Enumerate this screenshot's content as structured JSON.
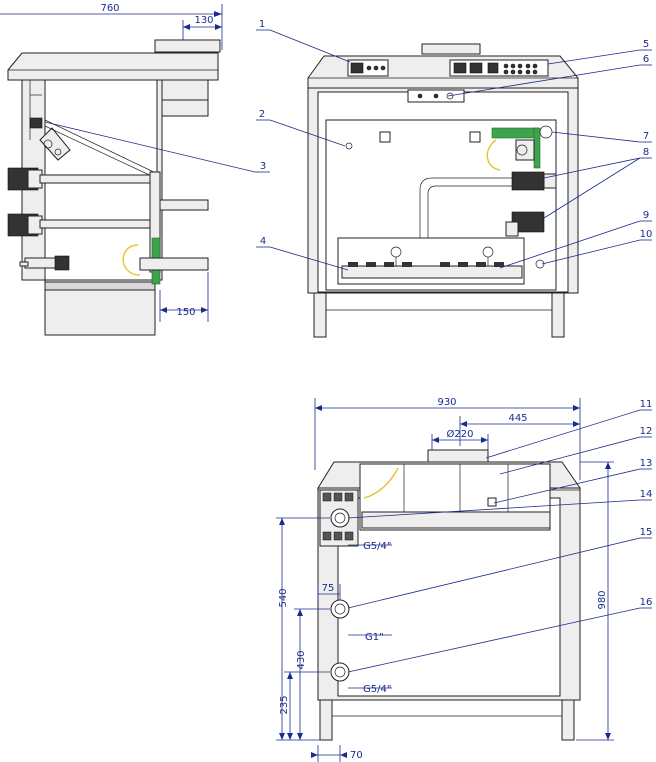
{
  "dimensions": {
    "side_total_width": "760",
    "side_flue_offset": "130",
    "side_pipe_depth": "150",
    "rear_total_width": "930",
    "rear_flue_offset": "445",
    "rear_flue_diameter": "Ø220",
    "rear_total_height": "980",
    "rear_upper_connection_height": "540",
    "rear_middle_connection_height": "430",
    "rear_lower_connection_height": "235",
    "rear_middle_offset": "75",
    "rear_left_offset": "70"
  },
  "threads": {
    "upper": "G5/4\"",
    "middle": "G1\"",
    "lower": "G5/4\""
  },
  "callouts": [
    "1",
    "2",
    "3",
    "4",
    "5",
    "6",
    "7",
    "8",
    "9",
    "10",
    "11",
    "12",
    "13",
    "14",
    "15",
    "16"
  ]
}
